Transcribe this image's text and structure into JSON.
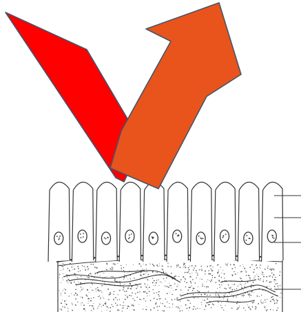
{
  "figure": {
    "type": "epithelium-illustration",
    "arrows": [
      {
        "name": "incoming-arrow",
        "color": "#ff0000",
        "outline": "#44546a"
      },
      {
        "name": "outgoing-arrow",
        "color": "#e8541c",
        "outline": "#44546a"
      }
    ],
    "cells": {
      "count": 10
    },
    "leaders": {
      "count": 4
    },
    "colors": {
      "line": "#333333",
      "tissue": "#555555"
    }
  }
}
